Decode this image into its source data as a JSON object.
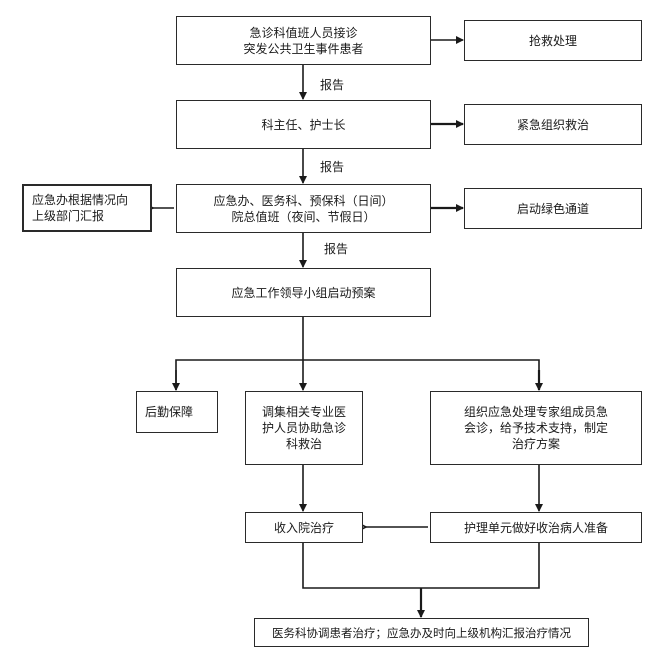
{
  "diagram": {
    "type": "flowchart",
    "nodes": {
      "emergency_intake": "急诊科值班人员接诊\n突发公共卫生事件患者",
      "rescue": "抢救处理",
      "dept_heads": "科主任、护士长",
      "urgent_treatment": "紧急组织救治",
      "offices": "应急办、医务科、预保科（日间）\n院总值班（夜间、节假日）",
      "report_upper": "应急办根据情况向\n上级部门汇报",
      "green_channel": "启动绿色通道",
      "leadership_group": "应急工作领导小组启动预案",
      "logistics": "后勤保障",
      "specialists": "调集相关专业医\n护人员协助急诊\n科救治",
      "expert_group": "组织应急处理专家组成员急\n会诊，给予技术支持，制定\n治疗方案",
      "admission": "收入院治疗",
      "nursing_prep": "护理单元做好收治病人准备",
      "final": "医务科协调患者治疗；应急办及时向上级机构汇报治疗情况"
    },
    "edge_labels": {
      "report_1": "报告",
      "report_2": "报告",
      "report_3": "报告"
    },
    "edges": [
      {
        "from": "emergency_intake",
        "to": "rescue"
      },
      {
        "from": "emergency_intake",
        "to": "dept_heads",
        "label": "报告"
      },
      {
        "from": "dept_heads",
        "to": "urgent_treatment"
      },
      {
        "from": "dept_heads",
        "to": "offices",
        "label": "报告"
      },
      {
        "from": "offices",
        "to": "report_upper"
      },
      {
        "from": "offices",
        "to": "green_channel"
      },
      {
        "from": "offices",
        "to": "leadership_group",
        "label": "报告"
      },
      {
        "from": "leadership_group",
        "to": "logistics"
      },
      {
        "from": "leadership_group",
        "to": "specialists"
      },
      {
        "from": "leadership_group",
        "to": "expert_group"
      },
      {
        "from": "specialists",
        "to": "admission"
      },
      {
        "from": "expert_group",
        "to": "nursing_prep"
      },
      {
        "from": "nursing_prep",
        "to": "admission"
      },
      {
        "from": "admission",
        "to": "final"
      },
      {
        "from": "nursing_prep",
        "to": "final"
      }
    ]
  }
}
